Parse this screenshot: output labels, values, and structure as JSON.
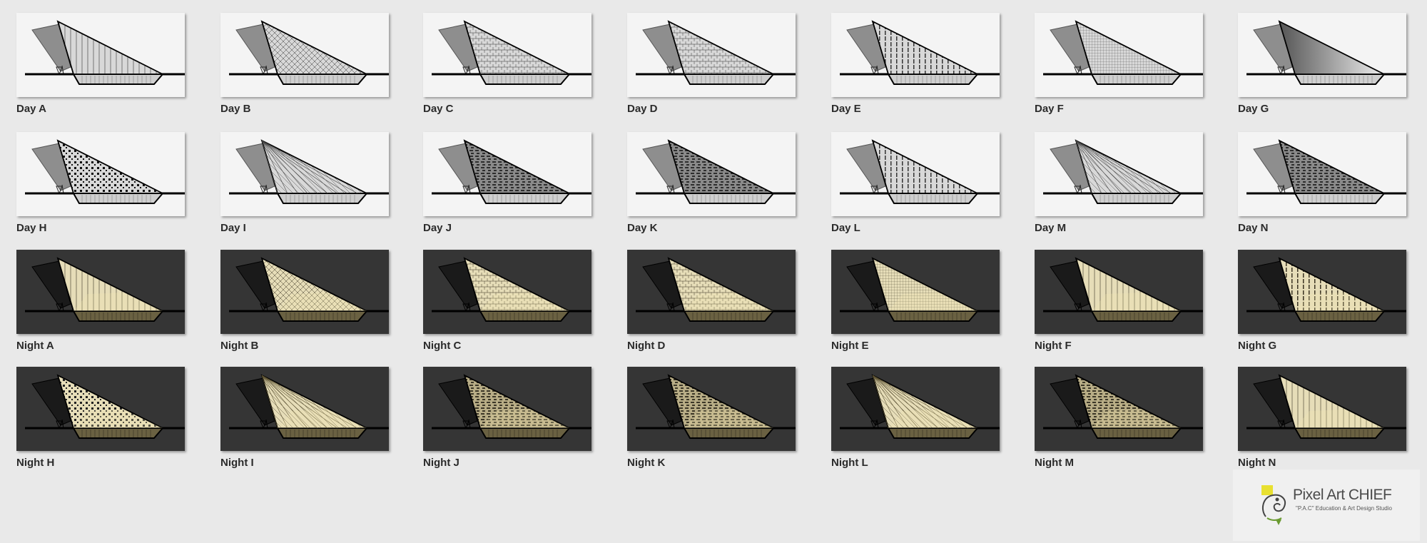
{
  "colors": {
    "page_background": "#e9e9e9",
    "day_background": "#f4f4f4",
    "night_background": "#353535",
    "night_glow": "#d8d0b0",
    "label_text": "#2b2b2b",
    "logo_accent": "#e8e030"
  },
  "variants": [
    {
      "label": "Day A",
      "mode": "day",
      "pattern": "vertical-grid"
    },
    {
      "label": "Day B",
      "mode": "day",
      "pattern": "diagonal-grid"
    },
    {
      "label": "Day C",
      "mode": "day",
      "pattern": "bricks"
    },
    {
      "label": "Day D",
      "mode": "day",
      "pattern": "bricks"
    },
    {
      "label": "Day E",
      "mode": "day",
      "pattern": "vertical-bars"
    },
    {
      "label": "Day F",
      "mode": "day",
      "pattern": "fine-grid"
    },
    {
      "label": "Day G",
      "mode": "day",
      "pattern": "gradient"
    },
    {
      "label": "Day H",
      "mode": "day",
      "pattern": "dots"
    },
    {
      "label": "Day I",
      "mode": "day",
      "pattern": "radial"
    },
    {
      "label": "Day J",
      "mode": "day",
      "pattern": "dark-bricks"
    },
    {
      "label": "Day K",
      "mode": "day",
      "pattern": "dark-bricks"
    },
    {
      "label": "Day L",
      "mode": "day",
      "pattern": "vertical-bars"
    },
    {
      "label": "Day M",
      "mode": "day",
      "pattern": "radial"
    },
    {
      "label": "Day N",
      "mode": "day",
      "pattern": "dark-bricks"
    },
    {
      "label": "Night A",
      "mode": "night",
      "pattern": "vertical-grid"
    },
    {
      "label": "Night B",
      "mode": "night",
      "pattern": "diagonal-grid"
    },
    {
      "label": "Night C",
      "mode": "night",
      "pattern": "bricks"
    },
    {
      "label": "Night D",
      "mode": "night",
      "pattern": "bricks"
    },
    {
      "label": "Night E",
      "mode": "night",
      "pattern": "fine-grid"
    },
    {
      "label": "Night F",
      "mode": "night",
      "pattern": "vertical-grid"
    },
    {
      "label": "Night G",
      "mode": "night",
      "pattern": "vertical-bars"
    },
    {
      "label": "Night H",
      "mode": "night",
      "pattern": "dots"
    },
    {
      "label": "Night I",
      "mode": "night",
      "pattern": "radial"
    },
    {
      "label": "Night J",
      "mode": "night",
      "pattern": "dark-bricks"
    },
    {
      "label": "Night K",
      "mode": "night",
      "pattern": "dark-bricks"
    },
    {
      "label": "Night L",
      "mode": "night",
      "pattern": "radial"
    },
    {
      "label": "Night M",
      "mode": "night",
      "pattern": "dark-bricks"
    },
    {
      "label": "Night N",
      "mode": "night",
      "pattern": "vertical-grid"
    }
  ],
  "logo": {
    "title": "Pixel Art CHIEF",
    "subtitle": "\"P.A.C\" Education & Art Design Studio",
    "icon": "chameleon-icon"
  }
}
